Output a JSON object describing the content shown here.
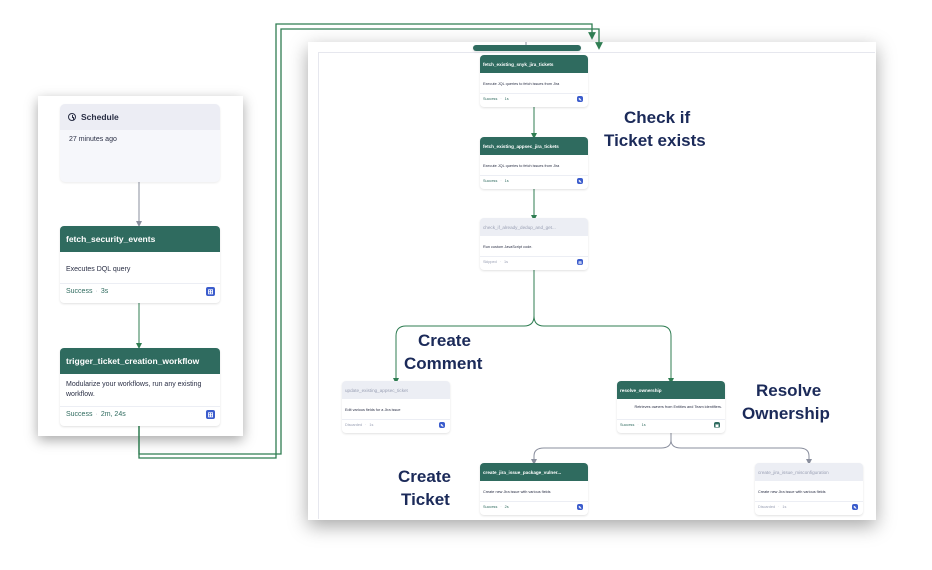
{
  "left_panel": {
    "schedule": {
      "label": "Schedule",
      "time": "27 minutes ago"
    },
    "nodes": [
      {
        "title": "fetch_security_events",
        "description": "Executes DQL query",
        "status": "Success",
        "duration": "3s"
      },
      {
        "title": "trigger_ticket_creation_workflow",
        "description": "Modularize your workflows, run any existing workflow.",
        "status": "Success",
        "duration": "2m, 24s"
      }
    ]
  },
  "right_panel": {
    "nodes": [
      {
        "id": "snyk",
        "title": "fetch_existing_snyk_jira_tickets",
        "description": "Execute JQL queries to fetch issues from Jira",
        "status": "Success",
        "duration": "1s"
      },
      {
        "id": "appsec",
        "title": "fetch_existing_appsec_jira_tickets",
        "description": "Execute JQL queries to fetch issues from Jira",
        "status": "Success",
        "duration": "1s"
      },
      {
        "id": "check",
        "title": "check_if_already_dedup_and_get...",
        "description": "Run custom JavaScript code.",
        "status": "Skipped",
        "duration": "1s"
      },
      {
        "id": "update",
        "title": "update_existing_appsec_ticket",
        "description": "Edit various fields for a Jira issue",
        "status": "Discarded",
        "duration": "1s"
      },
      {
        "id": "resolve",
        "title": "resolve_ownership",
        "description": "Retrieves owners from Entities and Team identifiers.",
        "status": "Success",
        "duration": "1s"
      },
      {
        "id": "create_pkg",
        "title": "create_jira_issue_package_vulner...",
        "description": "Create new Jira issue with various fields",
        "status": "Success",
        "duration": "2s"
      },
      {
        "id": "create_misc",
        "title": "create_jira_issue_misconfiguration",
        "description": "Create new Jira issue with various fields",
        "status": "Discarded",
        "duration": "1s"
      }
    ]
  },
  "annotations": {
    "check": [
      "Check if",
      "Ticket exists"
    ],
    "comment": [
      "Create",
      "Comment"
    ],
    "ownership": [
      "Resolve",
      "Ownership"
    ],
    "ticket": [
      "Create",
      "Ticket"
    ]
  },
  "colors": {
    "node_header": "#2f6b5f",
    "connector": "#2f7d52",
    "annotation": "#1b2a59",
    "status_icon": "#3b5ccc"
  },
  "icons": {
    "schedule": "clock-icon",
    "status": "code-block-icon"
  }
}
